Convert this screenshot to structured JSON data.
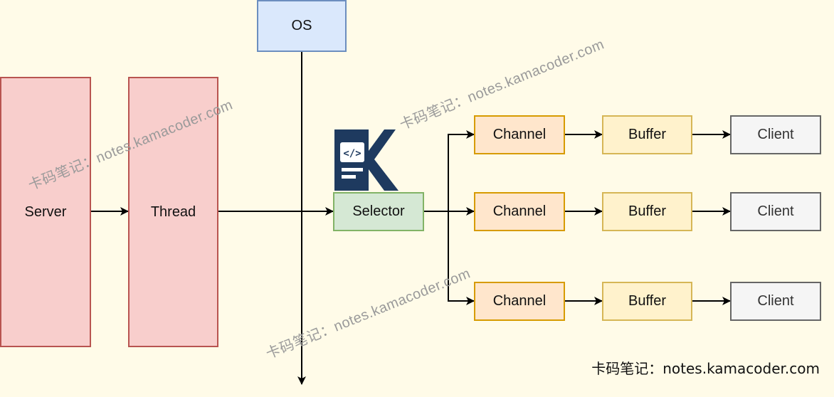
{
  "nodes": {
    "os": "OS",
    "server": "Server",
    "thread": "Thread",
    "selector": "Selector",
    "channels": [
      "Channel",
      "Channel",
      "Channel"
    ],
    "buffers": [
      "Buffer",
      "Buffer",
      "Buffer"
    ],
    "clients": [
      "Client",
      "Client",
      "Client"
    ]
  },
  "watermark": "卡码笔记：notes.kamacoder.com",
  "footer": "卡码笔记：notes.kamacoder.com",
  "logo": {
    "icon": "kamacoder-logo-icon",
    "color": "#1e3a5f"
  },
  "colors": {
    "background": "#fffbe8",
    "red_fill": "#f8cecc",
    "blue_fill": "#dae8fc",
    "green_fill": "#d5e8d4",
    "orange_fill": "#ffe6cc",
    "yellow_fill": "#fff2cc",
    "gray_fill": "#f5f5f5"
  }
}
